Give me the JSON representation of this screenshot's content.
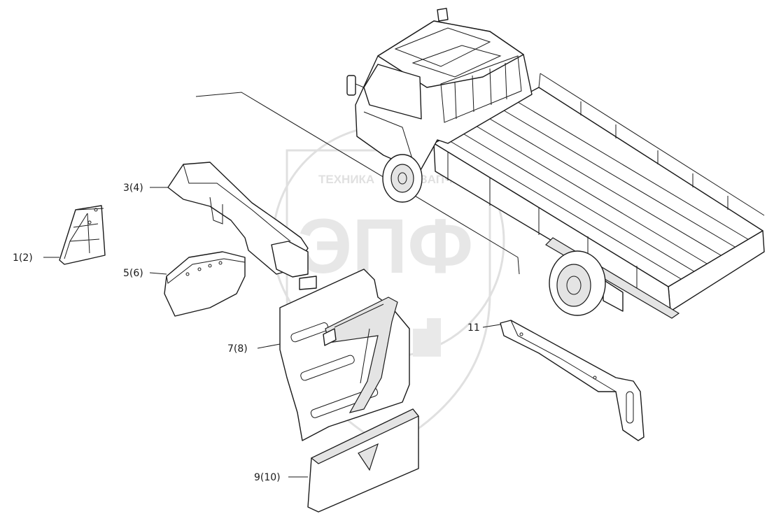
{
  "watermark": {
    "top_text": "ТЕХНИКА",
    "top_text_right": "ЗАПЧАСТИ",
    "main_text": "ЭПФ",
    "color": "#c8c8c8"
  },
  "callouts": [
    {
      "id": "c1",
      "label": "1(2)"
    },
    {
      "id": "c2",
      "label": "3(4)"
    },
    {
      "id": "c3",
      "label": "5(6)"
    },
    {
      "id": "c4",
      "label": "7(8)"
    },
    {
      "id": "c5",
      "label": "9(10)"
    },
    {
      "id": "c6",
      "label": "11"
    }
  ],
  "colors": {
    "line": "#1a1a1a",
    "background": "#ffffff"
  }
}
